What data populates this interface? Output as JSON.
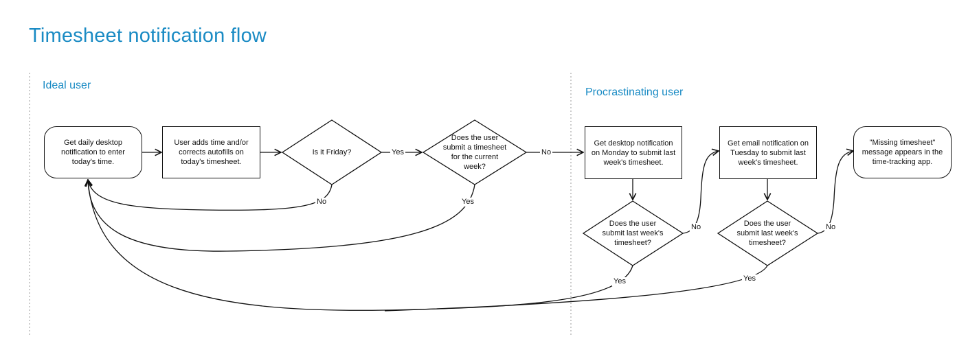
{
  "title": "Timesheet notification flow",
  "colors": {
    "accent": "#1a8bc4",
    "line": "#111111",
    "divider": "#aaaaaa"
  },
  "lanes": {
    "ideal": "Ideal user",
    "procrastinating": "Procrastinating user"
  },
  "nodes": {
    "daily_notification": "Get daily desktop notification to enter today's time.",
    "add_time": "User adds time and/or corrects autofills on today's timesheet.",
    "is_friday": "Is it Friday?",
    "submit_current": "Does the user submit a timesheet for the current week?",
    "monday_notification": "Get desktop notification on Monday to submit last week's timesheet.",
    "submit_last_1": "Does the user submit last week's timesheet?",
    "tuesday_email": "Get email notification on Tuesday to submit last week's timesheet.",
    "submit_last_2": "Does the user submit last week's timesheet?",
    "missing_message": "\"Missing timesheet\" message appears in the time-tracking app."
  },
  "edge_labels": {
    "friday_yes": "Yes",
    "friday_no": "No",
    "current_no": "No",
    "current_yes": "Yes",
    "last1_no": "No",
    "last1_yes": "Yes",
    "last2_no": "No",
    "last2_yes": "Yes"
  }
}
